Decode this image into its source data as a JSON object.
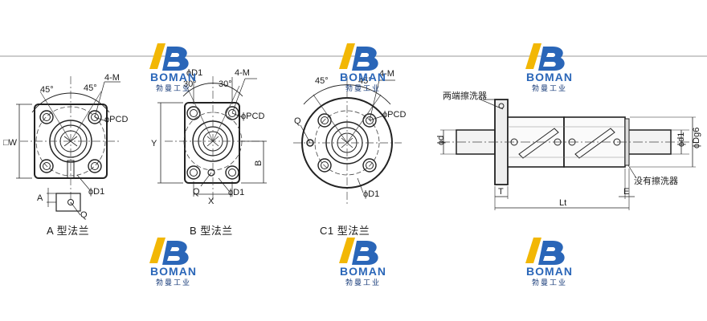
{
  "watermark": {
    "brand": "BOMAN",
    "tagline": "勃曼工业",
    "colors": {
      "yellow": "#f2b705",
      "blue": "#2a66b8",
      "navy": "#163a78"
    }
  },
  "flange_a": {
    "caption": "A 型法兰",
    "labels": {
      "angle_left": "45°",
      "angle_right": "45°",
      "holes": "4-M",
      "pcd": "ϕPCD",
      "width": "□W",
      "d1": "ϕD1",
      "a": "A",
      "q": "Q"
    }
  },
  "flange_b": {
    "caption": "B 型法兰",
    "labels": {
      "d1_top": "ϕD1",
      "angle_left": "30°",
      "angle_right": "30°",
      "holes": "4-M",
      "pcd": "ϕPCD",
      "y": "Y",
      "b": "B",
      "d1": "ϕD1",
      "q": "Q",
      "x": "X"
    }
  },
  "flange_c1": {
    "caption": "C1 型法兰",
    "labels": {
      "angle_left": "45°",
      "angle_right": "45°",
      "holes": "4-M",
      "pcd": "ϕPCD",
      "q": "Q",
      "d1": "ϕD1"
    }
  },
  "side_view": {
    "labels": {
      "wiper_both": "两端擦洗器",
      "wiper_none": "没有擦洗器",
      "d": "ϕd",
      "d1": "ϕd1",
      "dg6": "ϕDg6",
      "t": "T",
      "lt": "Lt",
      "e": "E"
    }
  }
}
